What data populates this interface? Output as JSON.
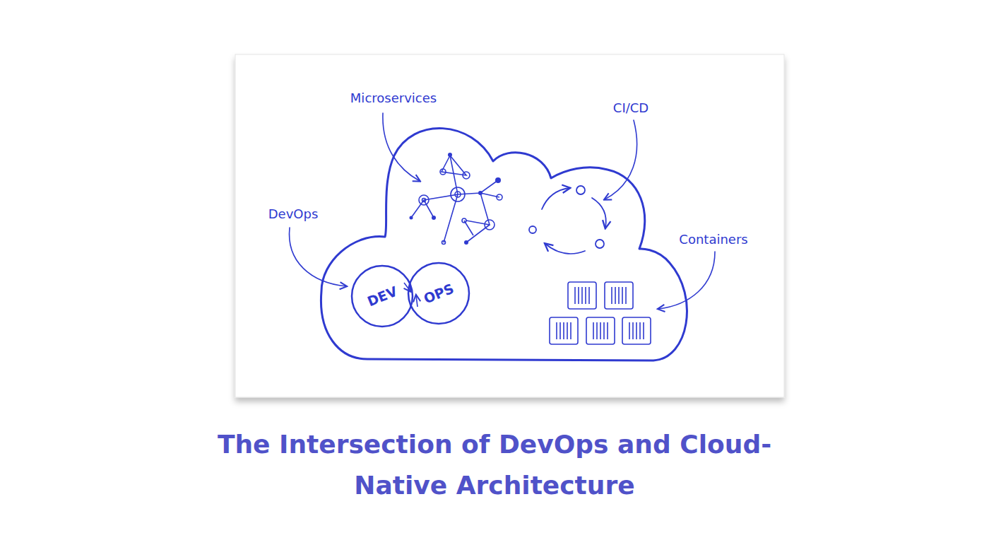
{
  "diagram": {
    "title": "The Intersection of DevOps and Cloud-Native Architecture",
    "nodes": [
      {
        "text": [
          "DEV"
        ]
      },
      {
        "text": [
          "OPS"
        ]
      }
    ],
    "labels": [
      "Microservices",
      "CI/CD",
      "DevOps",
      "Containers"
    ]
  }
}
